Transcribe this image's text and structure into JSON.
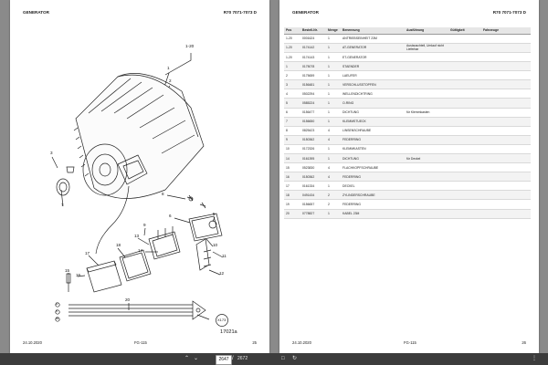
{
  "left_page": {
    "header_title": "GENERATOR",
    "header_code": "R70 7071-7073 D",
    "callouts": [
      "1-20",
      "1",
      "2",
      "3",
      "4",
      "5",
      "6",
      "7",
      "8",
      "9",
      "10",
      "11",
      "12",
      "13",
      "14",
      "15",
      "16",
      "17",
      "18",
      "19",
      "20"
    ],
    "connector_letters": [
      "U",
      "V",
      "W"
    ],
    "connector_tag": "X173",
    "figure_id": "17021a",
    "footer_date": "24.10.2020",
    "footer_code": "FG-115",
    "footer_page": "25"
  },
  "right_page": {
    "header_title": "GENERATOR",
    "header_code": "R70 7071-7073 D",
    "columns": [
      "Pos",
      "Bestell-Nr.",
      "Menge",
      "Benennung",
      "Ausführung",
      "Gültigkeit",
      "Fahrzeuge"
    ],
    "rows": [
      [
        "1-20",
        "0001624",
        "1",
        "ANTRIEBSEINHEIT 23M",
        "",
        "",
        ""
      ],
      [
        "1-20",
        "0174142",
        "1",
        "AT-GENERATOR",
        "Austauschteil, Umlauf nicht Lieferbar",
        "",
        ""
      ],
      [
        "1-20",
        "0174143",
        "1",
        "ET-GENERATOR",
        "",
        "",
        ""
      ],
      [
        "1",
        "0175078",
        "1",
        "STAENDER",
        "",
        "",
        ""
      ],
      [
        "2",
        "0175659",
        "1",
        "LAEUFER",
        "",
        "",
        ""
      ],
      [
        "3",
        "0156481",
        "1",
        "VERSCHLUSSTOPFEN",
        "",
        "",
        ""
      ],
      [
        "4",
        "0502294",
        "1",
        "WELLENDICHTRING",
        "",
        "",
        ""
      ],
      [
        "5",
        "0585224",
        "1",
        "O-RING",
        "",
        "",
        ""
      ],
      [
        "6",
        "0156477",
        "1",
        "DICHTUNG",
        "für Klemmkasten",
        "",
        ""
      ],
      [
        "7",
        "0156650",
        "1",
        "KLEMMSTUECK",
        "",
        "",
        ""
      ],
      [
        "8",
        "0825423",
        "4",
        "LINSENSCHRAUBE",
        "",
        "",
        ""
      ],
      [
        "9",
        "0150362",
        "4",
        "FEDERRING",
        "",
        "",
        ""
      ],
      [
        "10",
        "0172326",
        "1",
        "KLEMMKASTEN",
        "",
        "",
        ""
      ],
      [
        "14",
        "0161395",
        "1",
        "DICHTUNG",
        "für Deckel",
        "",
        ""
      ],
      [
        "15",
        "0523830",
        "4",
        "FLACHKOPFSCHRAUBE",
        "",
        "",
        ""
      ],
      [
        "16",
        "0150362",
        "4",
        "FEDERRING",
        "",
        "",
        ""
      ],
      [
        "17",
        "0161334",
        "1",
        "DECKEL",
        "",
        "",
        ""
      ],
      [
        "18",
        "0491434",
        "2",
        "ZYLINDERSCHRAUBE",
        "",
        "",
        ""
      ],
      [
        "19",
        "0156657",
        "2",
        "FEDERRING",
        "",
        "",
        ""
      ],
      [
        "20",
        "0778827",
        "1",
        "KABEL 23M",
        "",
        "",
        ""
      ]
    ],
    "footer_date": "24.10.2020",
    "footer_code": "FG-115",
    "footer_page": "26"
  },
  "toolbar": {
    "current_page": "2647",
    "separator": "/",
    "total_pages": "2672",
    "prev_icon": "chevron-up-icon",
    "next_icon": "chevron-down-icon",
    "fit_icon": "fit-page-icon",
    "rotate_icon": "rotate-icon",
    "menu_icon": "more-icon"
  }
}
